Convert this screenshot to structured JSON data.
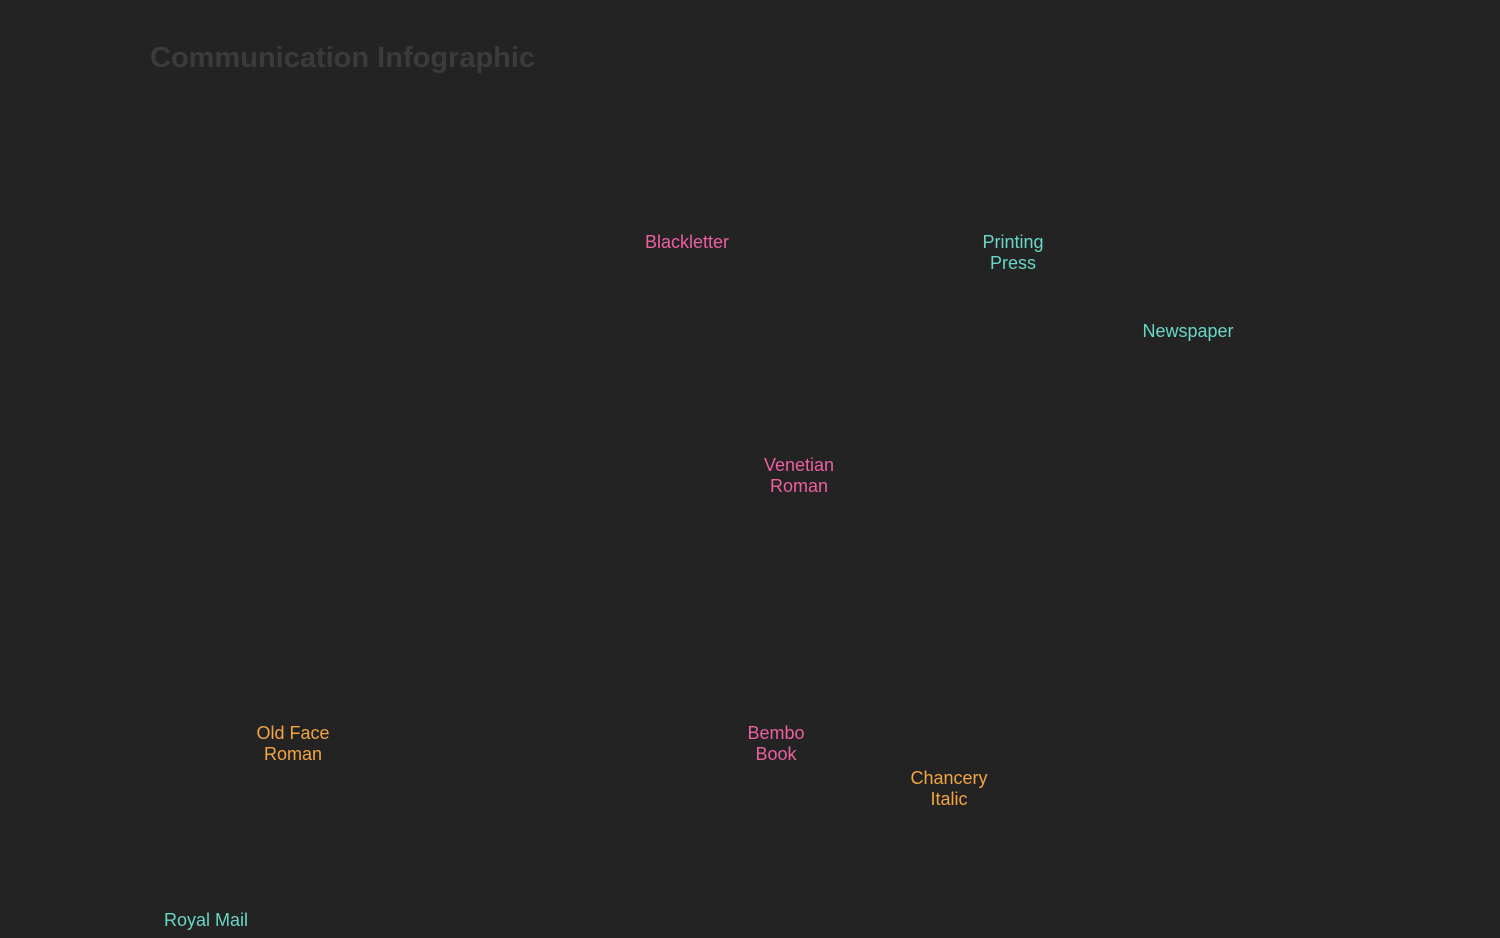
{
  "title": "Communication Infographic",
  "colors": {
    "background": "#232323",
    "title": "#3b3b3b",
    "typography": "#ee5fa0",
    "technology": "#69d6c6",
    "classic_type": "#f3a541"
  },
  "nodes": {
    "blackletter": {
      "lines": [
        "Blackletter"
      ],
      "color": "pink"
    },
    "printing_press": {
      "lines": [
        "Printing",
        "Press"
      ],
      "color": "teal"
    },
    "newspaper": {
      "lines": [
        "Newspaper"
      ],
      "color": "teal"
    },
    "venetian_roman": {
      "lines": [
        "Venetian",
        "Roman"
      ],
      "color": "pink"
    },
    "old_face_roman": {
      "lines": [
        "Old Face",
        "Roman"
      ],
      "color": "orange"
    },
    "bembo_book": {
      "lines": [
        "Bembo",
        "Book"
      ],
      "color": "pink"
    },
    "chancery_italic": {
      "lines": [
        "Chancery",
        "Italic"
      ],
      "color": "orange"
    },
    "royal_mail": {
      "lines": [
        "Royal Mail"
      ],
      "color": "teal"
    }
  }
}
